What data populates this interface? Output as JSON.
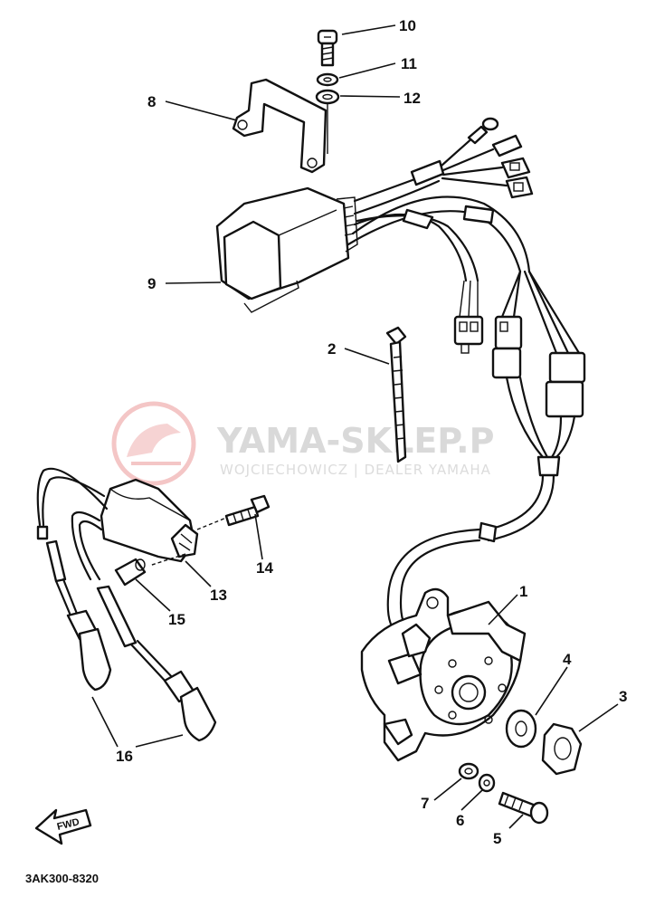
{
  "watermark": {
    "title": "YAMA-SKLEP.P",
    "subtitle": "WOJCIECHOWICZ | DEALER YAMAHA"
  },
  "diagram_code": "3AK300-8320",
  "fwd_label": "FWD",
  "callouts": [
    {
      "id": "1",
      "text": "1"
    },
    {
      "id": "2",
      "text": "2"
    },
    {
      "id": "3",
      "text": "3"
    },
    {
      "id": "4",
      "text": "4"
    },
    {
      "id": "5",
      "text": "5"
    },
    {
      "id": "6",
      "text": "6"
    },
    {
      "id": "7",
      "text": "7"
    },
    {
      "id": "8",
      "text": "8"
    },
    {
      "id": "9",
      "text": "9"
    },
    {
      "id": "10",
      "text": "10"
    },
    {
      "id": "11",
      "text": "11"
    },
    {
      "id": "12",
      "text": "12"
    },
    {
      "id": "13",
      "text": "13"
    },
    {
      "id": "14",
      "text": "14"
    },
    {
      "id": "15",
      "text": "15"
    },
    {
      "id": "16",
      "text": "16"
    }
  ]
}
